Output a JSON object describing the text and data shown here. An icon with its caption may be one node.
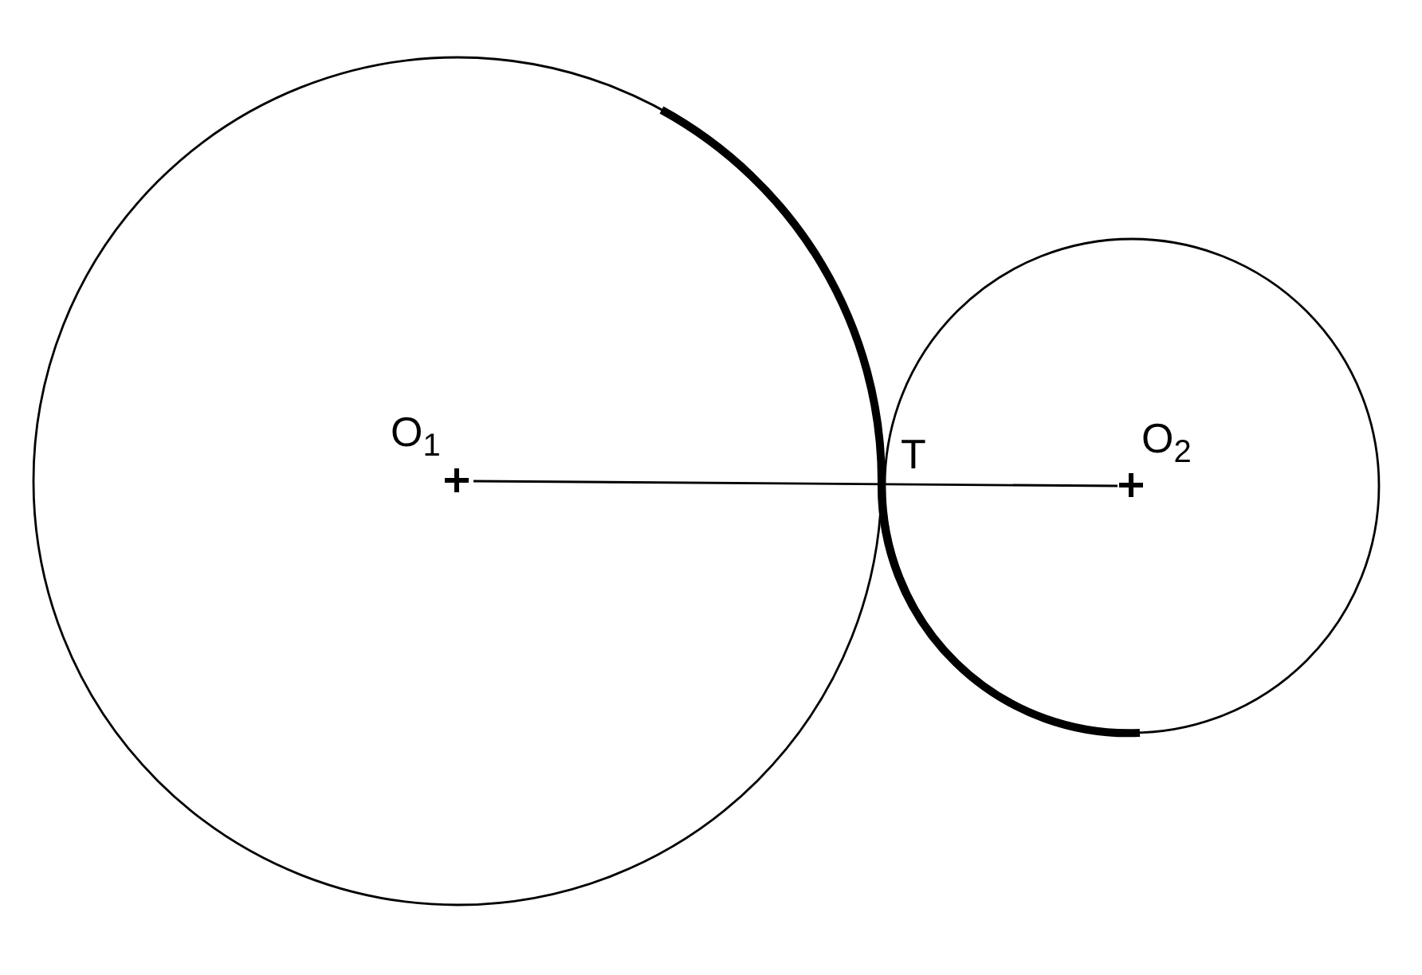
{
  "diagram": {
    "nodes": [
      {
        "text": [
          "O$_{1}$"
        ]
      },
      {
        "text": [
          "O$_{2}$"
        ]
      }
    ],
    "edges": [
      {
        "from": 0,
        "to": 1,
        "arrow": "none"
      }
    ],
    "labels": [
      "T"
    ]
  }
}
